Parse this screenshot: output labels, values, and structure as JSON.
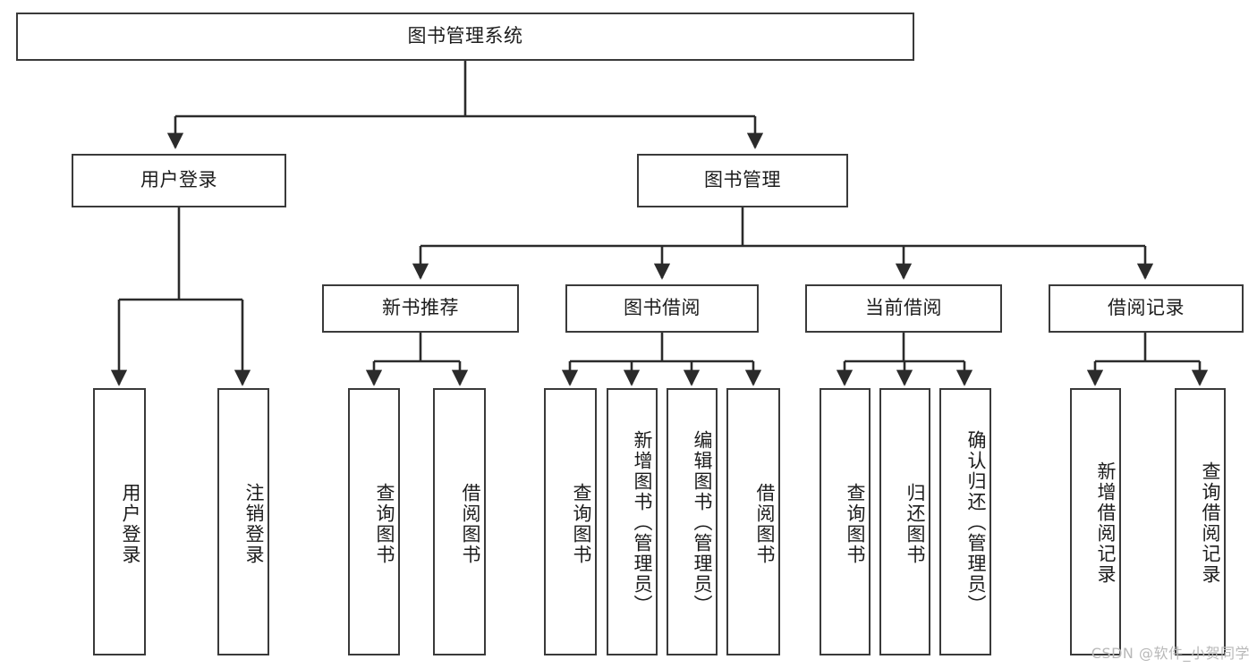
{
  "diagram": {
    "type": "tree",
    "title": "图书管理系统",
    "orientation": "top-down",
    "colors": {
      "box_border": "#3a3a3a",
      "box_fill": "#ffffff",
      "connector": "#2b2b2b",
      "text": "#1c1c1c",
      "watermark": "#b8b8b8",
      "background": "#ffffff"
    },
    "root": {
      "label": "图书管理系统"
    },
    "level2": [
      {
        "id": "user-login",
        "label": "用户登录"
      },
      {
        "id": "book-manage",
        "label": "图书管理"
      }
    ],
    "level3": [
      {
        "id": "new-book-rec",
        "label": "新书推荐"
      },
      {
        "id": "book-borrow",
        "label": "图书借阅"
      },
      {
        "id": "current-borrow",
        "label": "当前借阅"
      },
      {
        "id": "borrow-record",
        "label": "借阅记录"
      }
    ],
    "leaves": {
      "user_login": [
        {
          "id": "leaf-user-login",
          "label": "用户登录"
        },
        {
          "id": "leaf-logout-login",
          "label": "注销登录"
        }
      ],
      "new_book_rec": [
        {
          "id": "leaf-query-book-1",
          "label": "查询图书"
        },
        {
          "id": "leaf-borrow-book-1",
          "label": "借阅图书"
        }
      ],
      "book_borrow": [
        {
          "id": "leaf-query-book-2",
          "label": "查询图书"
        },
        {
          "id": "leaf-add-book",
          "label": "新增图书（管理员）"
        },
        {
          "id": "leaf-edit-book",
          "label": "编辑图书（管理员）"
        },
        {
          "id": "leaf-borrow-book-2",
          "label": "借阅图书"
        }
      ],
      "current_borrow": [
        {
          "id": "leaf-query-book-3",
          "label": "查询图书"
        },
        {
          "id": "leaf-return-book",
          "label": "归还图书"
        },
        {
          "id": "leaf-confirm-return",
          "label": "确认归还（管理员）"
        }
      ],
      "borrow_record": [
        {
          "id": "leaf-add-record",
          "label": "新增借阅记录"
        },
        {
          "id": "leaf-query-record",
          "label": "查询借阅记录"
        }
      ]
    }
  },
  "watermark": {
    "text": "CSDN @软件_小贺同学"
  }
}
